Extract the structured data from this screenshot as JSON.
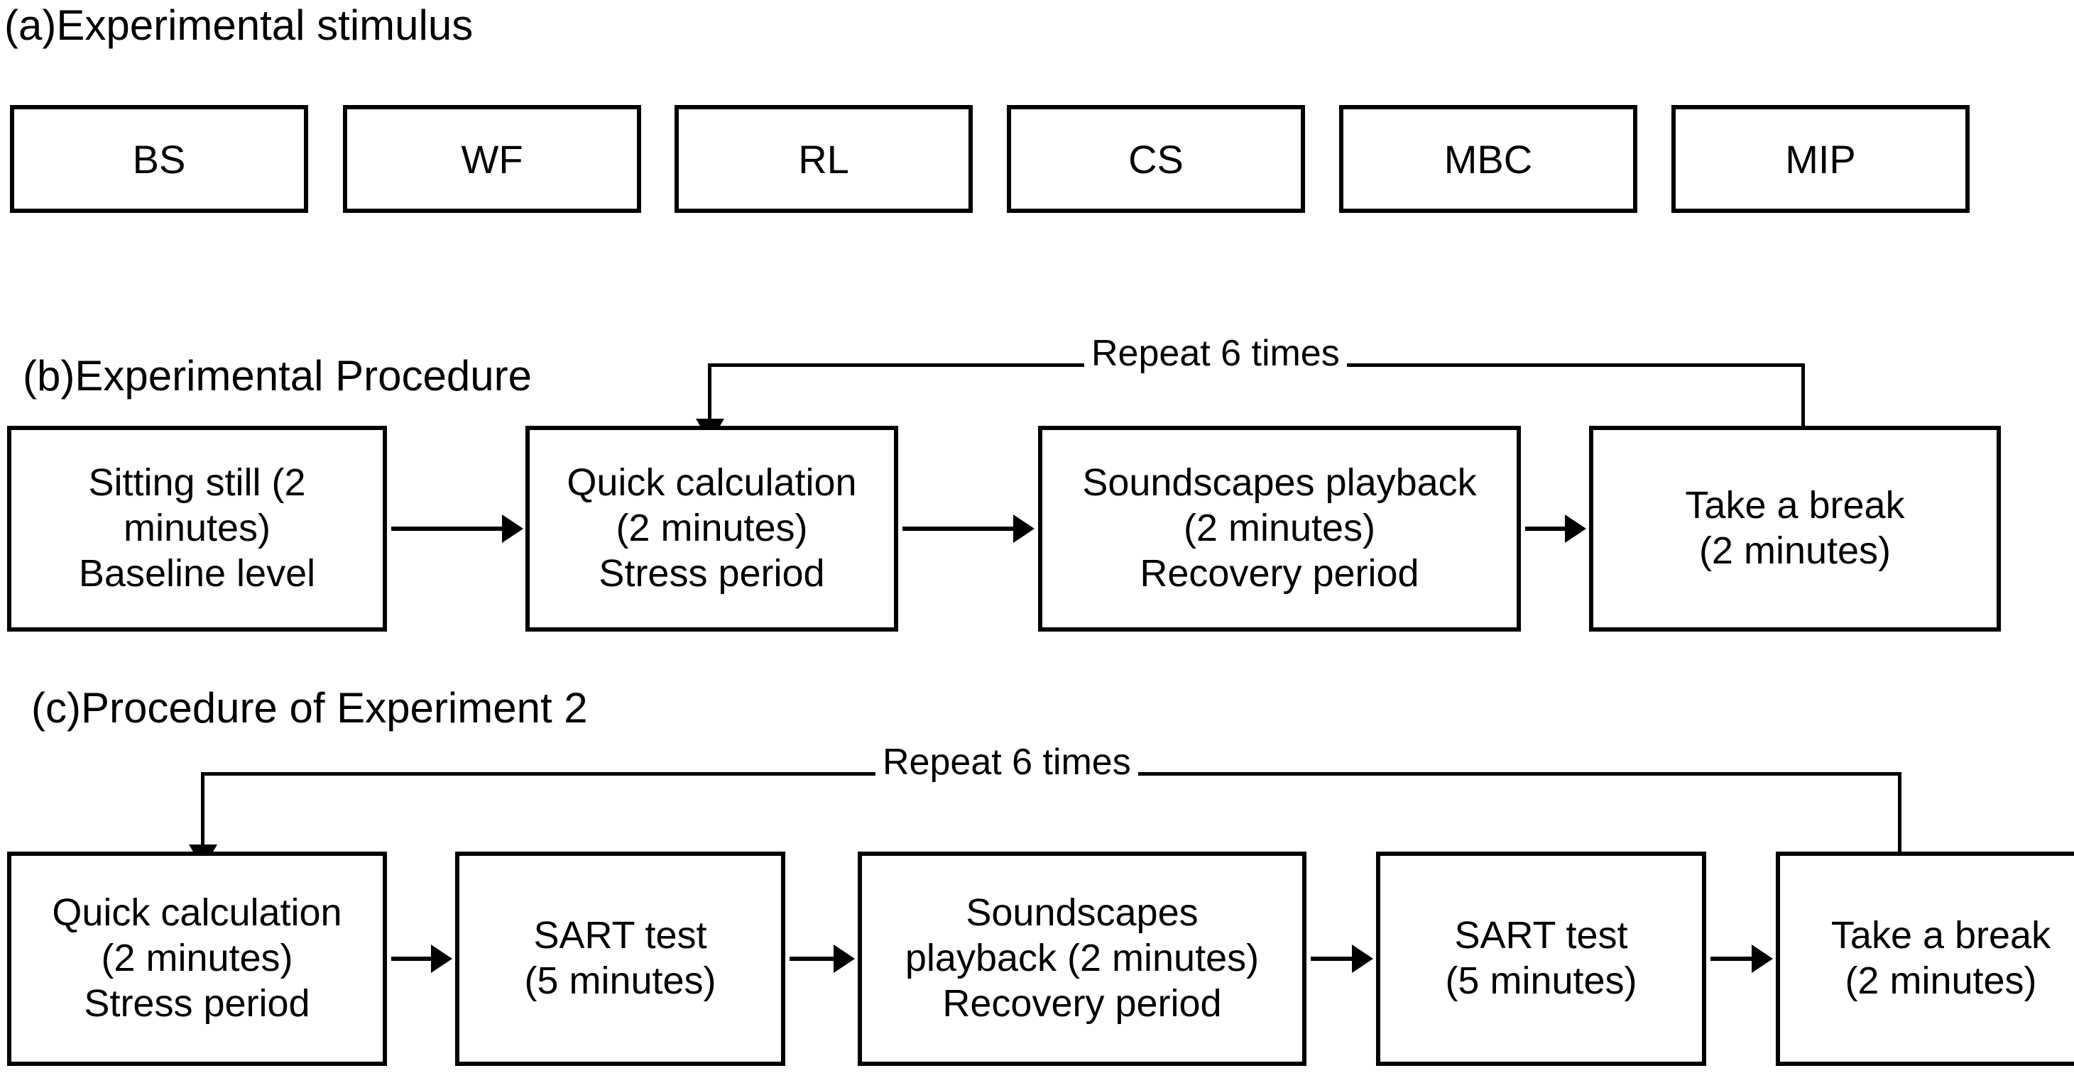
{
  "figure": {
    "sections": [
      {
        "id": "a",
        "caption": "(a)Experimental stimulus"
      },
      {
        "id": "b",
        "caption": "(b)Experimental Procedure"
      },
      {
        "id": "c",
        "caption": "(c)Procedure of Experiment 2"
      }
    ]
  },
  "stimulus": {
    "items": [
      {
        "label": "BS"
      },
      {
        "label": "WF"
      },
      {
        "label": "RL"
      },
      {
        "label": "CS"
      },
      {
        "label": "MBC"
      },
      {
        "label": "MIP"
      }
    ]
  },
  "procedure_b": {
    "loop_label": "Repeat 6 times",
    "steps": [
      {
        "lines": [
          "Sitting still (2",
          "minutes)",
          "Baseline level"
        ]
      },
      {
        "lines": [
          "Quick calculation",
          "(2 minutes)",
          "Stress period"
        ]
      },
      {
        "lines": [
          "Soundscapes playback",
          "(2 minutes)",
          "Recovery period"
        ]
      },
      {
        "lines": [
          "Take a break",
          "(2 minutes)"
        ]
      }
    ]
  },
  "procedure_c": {
    "loop_label": "Repeat 6 times",
    "steps": [
      {
        "lines": [
          "Quick calculation",
          "(2 minutes)",
          "Stress period"
        ]
      },
      {
        "lines": [
          "SART test",
          "(5 minutes)"
        ]
      },
      {
        "lines": [
          "Soundscapes",
          "playback (2 minutes)",
          "Recovery period"
        ]
      },
      {
        "lines": [
          "SART test",
          "(5 minutes)"
        ]
      },
      {
        "lines": [
          "Take a break",
          "(2 minutes)"
        ]
      }
    ]
  },
  "colors": {
    "stroke": "#000000",
    "background": "#ffffff",
    "text": "#000000"
  }
}
